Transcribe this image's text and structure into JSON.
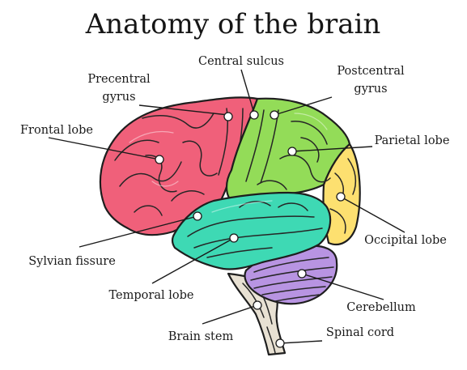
{
  "title": "Anatomy of the brain",
  "labels": {
    "central_sulcus": "Central sulcus",
    "precentral_gyrus_line1": "Precentral",
    "precentral_gyrus_line2": "gyrus",
    "postcentral_gyrus_line1": "Postcentral",
    "postcentral_gyrus_line2": "gyrus",
    "frontal_lobe": "Frontal lobe",
    "parietal_lobe": "Parietal lobe",
    "occipital_lobe": "Occipital lobe",
    "sylvian_fissure": "Sylvian fissure",
    "temporal_lobe": "Temporal lobe",
    "cerebellum": "Cerebellum",
    "brain_stem": "Brain stem",
    "spinal_cord": "Spinal cord"
  },
  "colors": {
    "frontal_lobe": "#f0607a",
    "parietal_lobe": "#93dc58",
    "occipital_lobe": "#fde070",
    "temporal_lobe": "#3ed9b4",
    "cerebellum": "#b894e2",
    "brain_stem": "#e8e1d3",
    "outline": "#1e1e1e"
  }
}
